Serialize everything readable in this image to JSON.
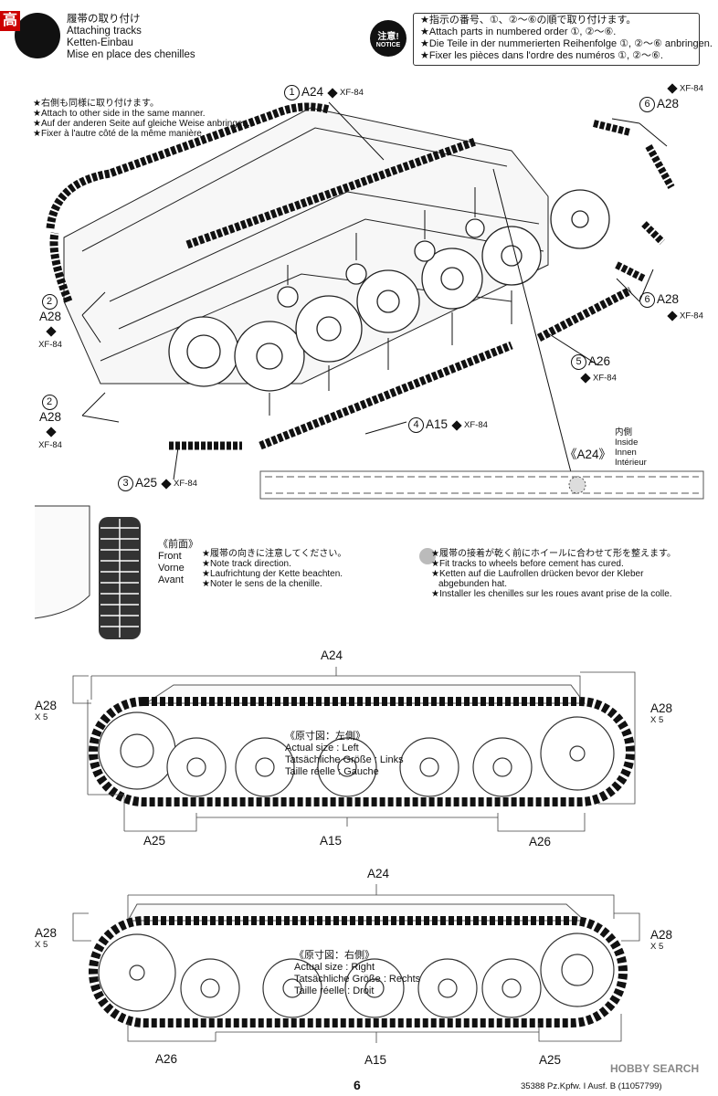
{
  "header": {
    "step_title": [
      "履帯の取り付け",
      "Attaching tracks",
      "Ketten-Einbau",
      "Mise en place des chenilles"
    ]
  },
  "notice": {
    "badge": [
      "注意!",
      "NOTICE"
    ],
    "lines": [
      "★指示の番号、①、②～⑥の順で取り付けます。",
      "★Attach parts in numbered order ①, ②～⑥.",
      "★Die Teile in der nummerierten Reihenfolge ①, ②～⑥ anbringen.",
      "★Fixer les pièces dans l'ordre des numéros ①, ②～⑥."
    ]
  },
  "other_side_note": [
    "★右側も同様に取り付けます。",
    "★Attach to other side in the same manner.",
    "★Auf der anderen Seite auf gleiche Weise anbringen.",
    "★Fixer à l'autre côté de la même manière."
  ],
  "callouts": {
    "c1": {
      "num": "1",
      "part": "A24",
      "paint": "XF-84"
    },
    "c6a": {
      "num": "6",
      "part": "A28",
      "paint": "XF-84"
    },
    "c6b": {
      "num": "6",
      "part": "A28",
      "paint": "XF-84"
    },
    "c2a": {
      "num": "2",
      "part": "A28",
      "paint": "XF-84"
    },
    "c2b": {
      "num": "2",
      "part": "A28",
      "paint": "XF-84"
    },
    "c5": {
      "num": "5",
      "part": "A26",
      "paint": "XF-84"
    },
    "c4": {
      "num": "4",
      "part": "A15",
      "paint": "XF-84"
    },
    "c3": {
      "num": "3",
      "part": "A25",
      "paint": "XF-84"
    }
  },
  "a24_strip": {
    "label": "《A24》",
    "inside": [
      "内側",
      "Inside",
      "Innen",
      "Intérieur"
    ]
  },
  "front_note": {
    "label": [
      "《前面》",
      "Front",
      "Vorne",
      "Avant"
    ],
    "lines": [
      "★履帯の向きに注意してください。",
      "★Note track direction.",
      "★Laufrichtung der Kette beachten.",
      "★Noter le sens de la chenille."
    ]
  },
  "cement_note": [
    "★履帯の接着が乾く前にホイールに合わせて形を整えます。",
    "★Fit tracks to wheels before cement has cured.",
    "★Ketten auf die Laufrollen drücken bevor der Kleber",
    "abgebunden hat.",
    "★Installer les chenilles sur les roues avant prise de la colle."
  ],
  "left_view": {
    "top": "A24",
    "left": "A28",
    "left_qty": "X 5",
    "right": "A28",
    "right_qty": "X 5",
    "bottom_left": "A25",
    "bottom_mid": "A15",
    "bottom_right": "A26",
    "caption": [
      "《原寸図：左側》",
      "Actual size : Left",
      "Tatsächliche Größe : Links",
      "Taille réelle : Gauche"
    ]
  },
  "right_view": {
    "top": "A24",
    "left": "A28",
    "left_qty": "X 5",
    "right": "A28",
    "right_qty": "X 5",
    "bottom_left": "A26",
    "bottom_mid": "A15",
    "bottom_right": "A25",
    "caption": [
      "《原寸図：右側》",
      "Actual size : Right",
      "Tatsächliche Größe : Rechts",
      "Taille réelle : Droit"
    ]
  },
  "footer": {
    "page": "6",
    "product": "35388 Pz.Kpfw. I Ausf. B (11057799)",
    "watermark": "HOBBY SEARCH",
    "corner_logo": "高"
  }
}
